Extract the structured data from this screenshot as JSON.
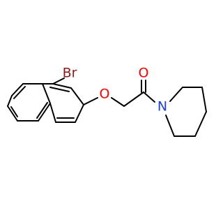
{
  "molecule": {
    "atoms": {
      "bromine": {
        "text": "Br",
        "color": "#8b1a1a"
      },
      "ether_oxygen": {
        "text": "O",
        "color": "#ff0000"
      },
      "carbonyl_oxygen": {
        "text": "O",
        "color": "#ff0000"
      },
      "nitrogen": {
        "text": "N",
        "color": "#1f3fd6"
      }
    },
    "bond_color": "#000000",
    "background": "#ffffff"
  }
}
